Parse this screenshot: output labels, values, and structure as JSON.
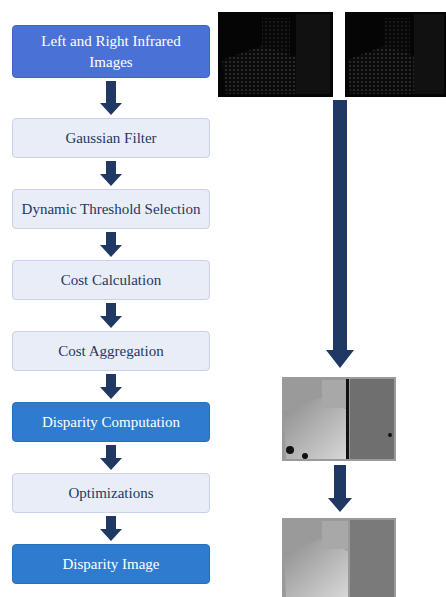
{
  "diagram": {
    "nodes": [
      {
        "text": [
          "Left and Right Infrared Images"
        ]
      },
      {
        "text": [
          "Gaussian Filter"
        ]
      },
      {
        "text": [
          "Dynamic Threshold Selection"
        ]
      },
      {
        "text": [
          "Cost Calculation"
        ]
      },
      {
        "text": [
          "Cost Aggregation"
        ]
      },
      {
        "text": [
          "Disparity Computation"
        ]
      },
      {
        "text": [
          "Optimizations"
        ]
      },
      {
        "text": [
          "Disparity Image"
        ]
      }
    ],
    "edges": [
      {
        "from": 0,
        "to": 1,
        "arrow": "to"
      },
      {
        "from": 1,
        "to": 2,
        "arrow": "to"
      },
      {
        "from": 2,
        "to": 3,
        "arrow": "to"
      },
      {
        "from": 3,
        "to": 4,
        "arrow": "to"
      },
      {
        "from": 4,
        "to": 5,
        "arrow": "to"
      },
      {
        "from": 5,
        "to": 6,
        "arrow": "to"
      },
      {
        "from": 6,
        "to": 7,
        "arrow": "to"
      }
    ]
  }
}
